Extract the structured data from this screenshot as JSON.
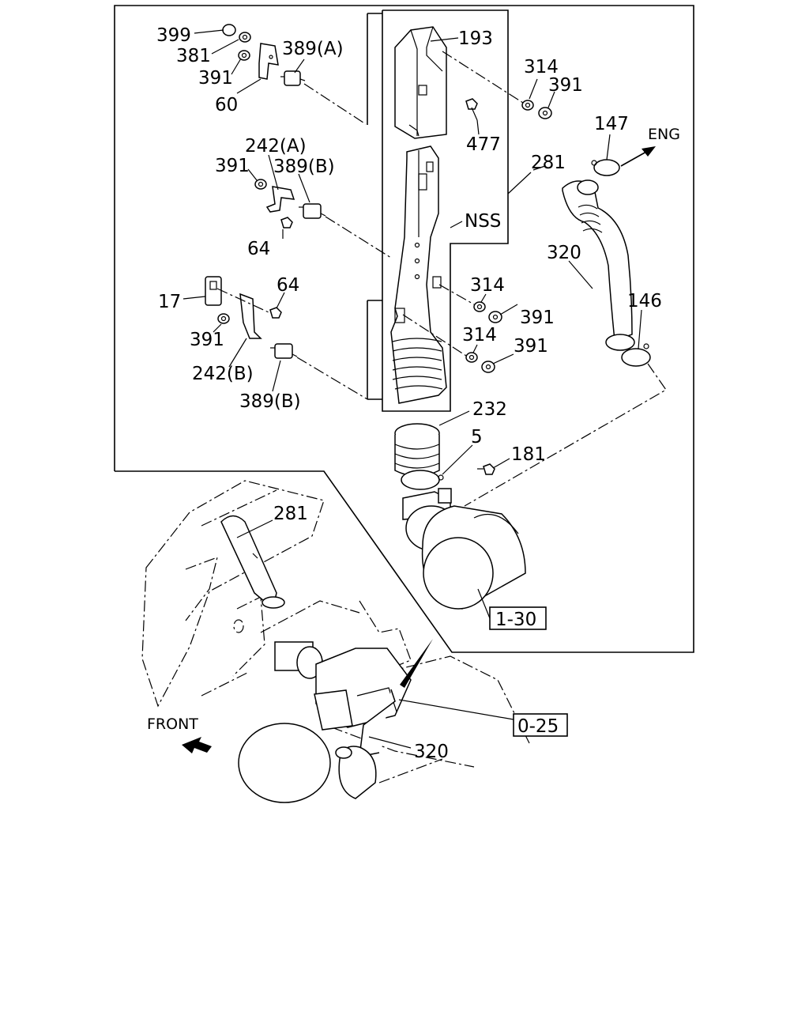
{
  "callouts": {
    "c399": "399",
    "c381": "381",
    "c391a": "391",
    "c60": "60",
    "c389a": "389(A)",
    "c193": "193",
    "c314a": "314",
    "c391b": "391",
    "c477": "477",
    "c147": "147",
    "c281a": "281",
    "c242a": "242(A)",
    "c391c": "391",
    "c389b1": "389(B)",
    "c64a": "64",
    "c320a": "320",
    "c146": "146",
    "c64b": "64",
    "c17": "17",
    "c314b": "314",
    "c391d": "391",
    "c391e": "391",
    "c314c": "314",
    "c391f": "391",
    "c242b": "242(B)",
    "c389b2": "389(B)",
    "c232": "232",
    "c5": "5",
    "c181": "181",
    "c281b": "281",
    "c320b": "320"
  },
  "labels": {
    "nss": "NSS",
    "eng": "ENG",
    "front": "FRONT"
  },
  "references": {
    "ref_130": "1-30",
    "ref_025": "0-25"
  }
}
